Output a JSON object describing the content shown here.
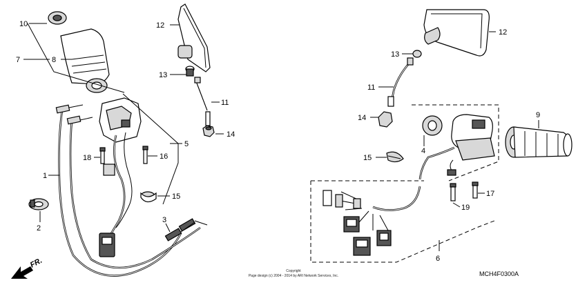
{
  "callouts": [
    {
      "id": "1",
      "text": "1"
    },
    {
      "id": "2",
      "text": "2"
    },
    {
      "id": "3",
      "text": "3"
    },
    {
      "id": "4",
      "text": "4"
    },
    {
      "id": "5",
      "text": "5"
    },
    {
      "id": "6",
      "text": "6"
    },
    {
      "id": "7",
      "text": "7"
    },
    {
      "id": "8",
      "text": "8"
    },
    {
      "id": "9",
      "text": "9"
    },
    {
      "id": "10",
      "text": "10"
    },
    {
      "id": "11",
      "text": "11"
    },
    {
      "id": "12",
      "text": "12"
    },
    {
      "id": "13",
      "text": "13"
    },
    {
      "id": "14",
      "text": "14"
    },
    {
      "id": "15",
      "text": "15"
    },
    {
      "id": "16",
      "text": "16"
    },
    {
      "id": "17",
      "text": "17"
    },
    {
      "id": "18",
      "text": "18"
    },
    {
      "id": "19",
      "text": "19"
    }
  ],
  "direction_marker": {
    "text": "FR.",
    "icon": "front-direction-arrow-icon"
  },
  "copyright": {
    "line1": "Copyright",
    "line2": "Page design (c) 2004 - 2014 by ARI Network Services, Inc."
  },
  "diagram_code": "MCH4F0300A"
}
